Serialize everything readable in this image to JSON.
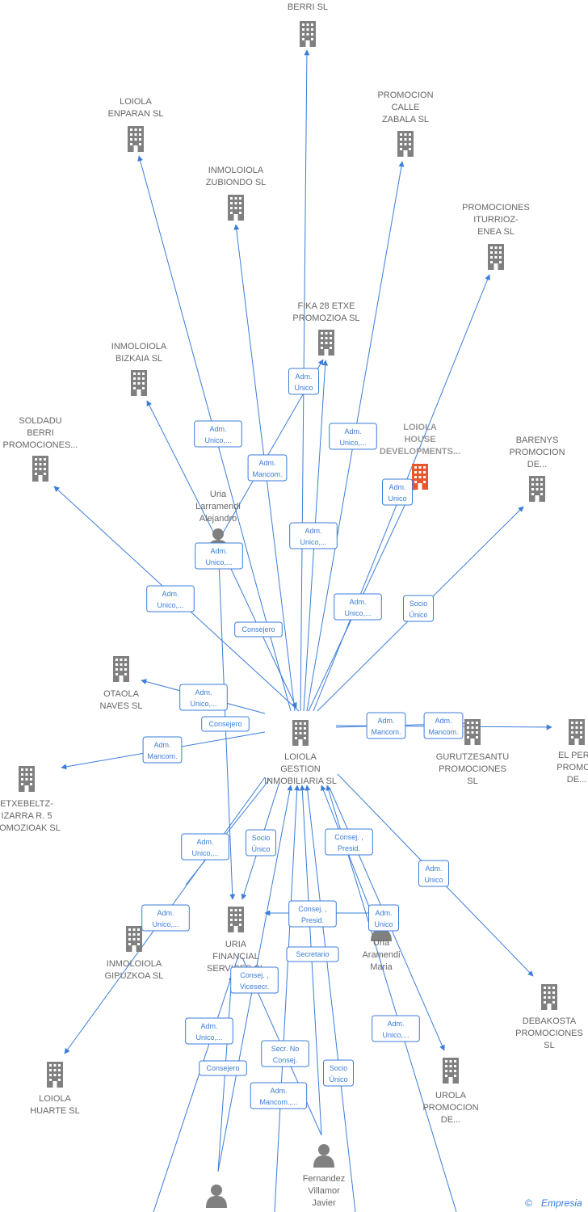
{
  "colors": {
    "edge": "#3b7dd8",
    "node": "#808080",
    "highlight": "#e8572c",
    "text": "#666666"
  },
  "center": {
    "id": "loiola-gestion",
    "lines": [
      "LOIOLA",
      "GESTION",
      "INMOBILIARIA SL"
    ]
  },
  "companies": [
    {
      "id": "top",
      "lines": [
        "BERRI  SL"
      ]
    },
    {
      "id": "enparan",
      "lines": [
        "LOIOLA",
        "ENPARAN  SL"
      ]
    },
    {
      "id": "calle-zabala",
      "lines": [
        "PROMOCION",
        "CALLE",
        "ZABALA  SL"
      ]
    },
    {
      "id": "zubiondo",
      "lines": [
        "INMOLOIOLA",
        "ZUBIONDO  SL"
      ]
    },
    {
      "id": "iturrioz",
      "lines": [
        "PROMOCIONES",
        "ITURRIOZ-",
        "ENEA  SL"
      ]
    },
    {
      "id": "fika",
      "lines": [
        "FIKA 28 ETXE",
        "PROMOZIOA  SL"
      ]
    },
    {
      "id": "bizkaia",
      "lines": [
        "INMOLOIOLA",
        "BIZKAIA  SL"
      ]
    },
    {
      "id": "house",
      "lines": [
        "LOIOLA",
        "HOUSE",
        "DEVELOPMENTS..."
      ],
      "highlight": true
    },
    {
      "id": "soldadu",
      "lines": [
        "SOLDADU",
        "BERRI",
        "PROMOCIONES..."
      ]
    },
    {
      "id": "barenys",
      "lines": [
        "BARENYS",
        "PROMOCION",
        "DE..."
      ]
    },
    {
      "id": "otaola",
      "lines": [
        "OTAOLA",
        "NAVES  SL"
      ]
    },
    {
      "id": "gurutzesantu",
      "lines": [
        "GURUTZESANTU",
        "PROMOCIONES",
        "SL"
      ]
    },
    {
      "id": "el-pere",
      "lines": [
        "EL PERE",
        "PROMOC",
        "DE..."
      ]
    },
    {
      "id": "etxebeltz",
      "lines": [
        "ETXEBELTZ-",
        "IZARRA R.  5",
        "ROMOZIOAK SL"
      ]
    },
    {
      "id": "uria-financial",
      "lines": [
        "URIA",
        "FINANCIAL",
        "SERVICES  SL"
      ]
    },
    {
      "id": "gipuzkoa",
      "lines": [
        "INMOLOIOLA",
        "GIPUZKOA  SL"
      ]
    },
    {
      "id": "debakosta",
      "lines": [
        "DEBAKOSTA",
        "PROMOCIONES",
        "SL"
      ]
    },
    {
      "id": "huarte",
      "lines": [
        "LOIOLA",
        "HUARTE  SL"
      ]
    },
    {
      "id": "urola",
      "lines": [
        "UROLA",
        "PROMOCION",
        "DE..."
      ]
    }
  ],
  "people": [
    {
      "id": "uria-larramendi",
      "lines": [
        "Uria",
        "Larramendi",
        "Alejandro"
      ]
    },
    {
      "id": "uria-aramendi",
      "lines": [
        "Uria",
        "Aramendi",
        "Maria"
      ]
    },
    {
      "id": "fernandez",
      "lines": [
        "Fernandez",
        "Villamor",
        "Javier"
      ]
    },
    {
      "id": "bottom-person",
      "lines": []
    }
  ],
  "relations": [
    {
      "id": "r1",
      "lines": [
        "Adm.",
        "Unico"
      ]
    },
    {
      "id": "r2",
      "lines": [
        "Adm.",
        "Unico,..."
      ]
    },
    {
      "id": "r3",
      "lines": [
        "Adm.",
        "Unico,..."
      ]
    },
    {
      "id": "r4",
      "lines": [
        "Adm.",
        "Mancom."
      ]
    },
    {
      "id": "r5",
      "lines": [
        "Adm.",
        "Unico"
      ]
    },
    {
      "id": "r6",
      "lines": [
        "Adm.",
        "Unico,..."
      ]
    },
    {
      "id": "r7",
      "lines": [
        "Adm.",
        "Unico,..."
      ]
    },
    {
      "id": "r8",
      "lines": [
        "Adm.",
        "Unico,..."
      ]
    },
    {
      "id": "r9",
      "lines": [
        "Adm.",
        "Unico,..."
      ]
    },
    {
      "id": "r10",
      "lines": [
        "Socio",
        "Único"
      ]
    },
    {
      "id": "r11",
      "lines": [
        "Consejero"
      ]
    },
    {
      "id": "r12",
      "lines": [
        "Adm.",
        "Unico,..."
      ]
    },
    {
      "id": "r13",
      "lines": [
        "Consejero"
      ]
    },
    {
      "id": "r14",
      "lines": [
        "Adm.",
        "Mancom."
      ]
    },
    {
      "id": "r15",
      "lines": [
        "Adm.",
        "Mancom."
      ]
    },
    {
      "id": "r16",
      "lines": [
        "Adm.",
        "Mancom."
      ]
    },
    {
      "id": "r17",
      "lines": [
        "Adm.",
        "Unico,..."
      ]
    },
    {
      "id": "r18",
      "lines": [
        "Socio",
        "Único"
      ]
    },
    {
      "id": "r19",
      "lines": [
        "Consej. ,",
        "Presid."
      ]
    },
    {
      "id": "r20",
      "lines": [
        "Adm.",
        "Unico"
      ]
    },
    {
      "id": "r21",
      "lines": [
        "Adm.",
        "Unico,..."
      ]
    },
    {
      "id": "r22",
      "lines": [
        "Consej. ,",
        "Presid."
      ]
    },
    {
      "id": "r23",
      "lines": [
        "Adm.",
        "Unico"
      ]
    },
    {
      "id": "r24",
      "lines": [
        "Secretario"
      ]
    },
    {
      "id": "r25",
      "lines": [
        "Consej. ,",
        "Vicesecr."
      ]
    },
    {
      "id": "r26",
      "lines": [
        "Adm.",
        "Unico,..."
      ]
    },
    {
      "id": "r27",
      "lines": [
        "Adm.",
        "Unico,..."
      ]
    },
    {
      "id": "r28",
      "lines": [
        "Consejero"
      ]
    },
    {
      "id": "r29",
      "lines": [
        "Secr.  No",
        "Consej."
      ]
    },
    {
      "id": "r30",
      "lines": [
        "Socio",
        "Único"
      ]
    },
    {
      "id": "r31",
      "lines": [
        "Adm.",
        "Mancom.,..."
      ]
    }
  ],
  "footer": {
    "copyright": "©",
    "brand": "Empresia"
  }
}
